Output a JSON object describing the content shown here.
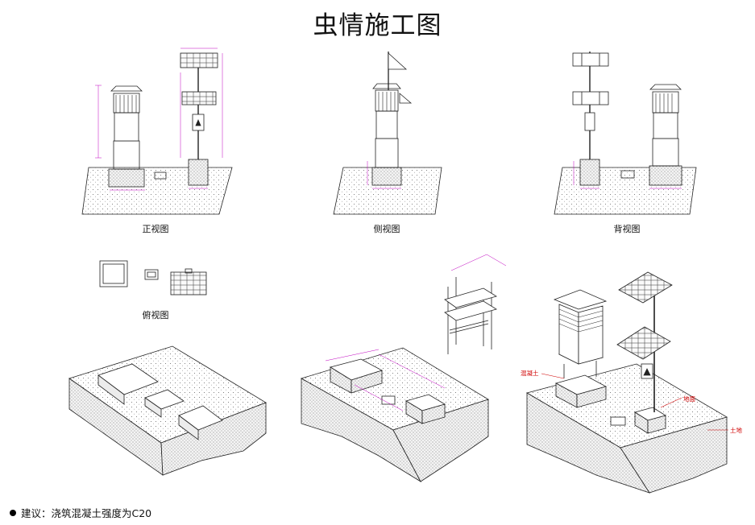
{
  "title": "虫情施工图",
  "views": {
    "front": "正视图",
    "side": "侧视图",
    "back": "背视图",
    "top": "俯视图"
  },
  "callouts": {
    "concrete": "混凝土",
    "ground": "地面",
    "soil": "土地"
  },
  "note": "建议：浇筑混凝土强度为C20",
  "colors": {
    "dimension": "#c000c0",
    "callout": "#d00000",
    "line": "#222222"
  }
}
